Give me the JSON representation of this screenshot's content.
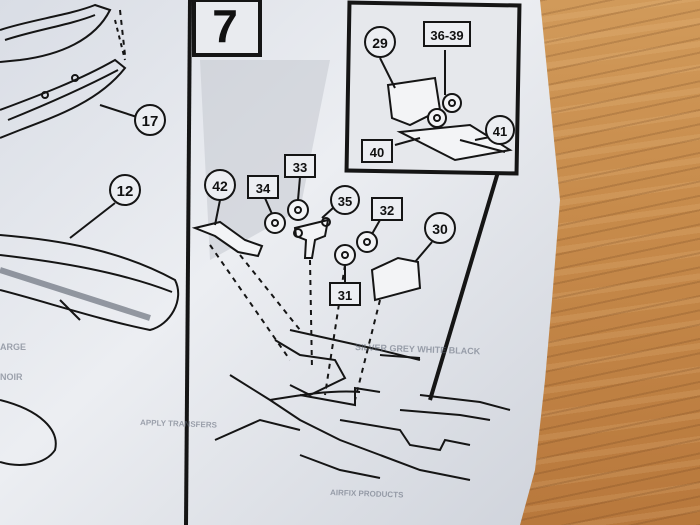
{
  "step": {
    "number": "7"
  },
  "labels": {
    "part_17": "17",
    "part_12": "12",
    "part_29": "29",
    "part_36_39": "36-39",
    "part_40": "40",
    "part_41": "41",
    "part_42": "42",
    "part_34": "34",
    "part_33": "33",
    "part_35": "35",
    "part_32": "32",
    "part_30": "30",
    "part_31": "31"
  },
  "colors": {
    "paper": "#e7e9ee",
    "ink": "#151515",
    "wood": "#c78b4b"
  }
}
